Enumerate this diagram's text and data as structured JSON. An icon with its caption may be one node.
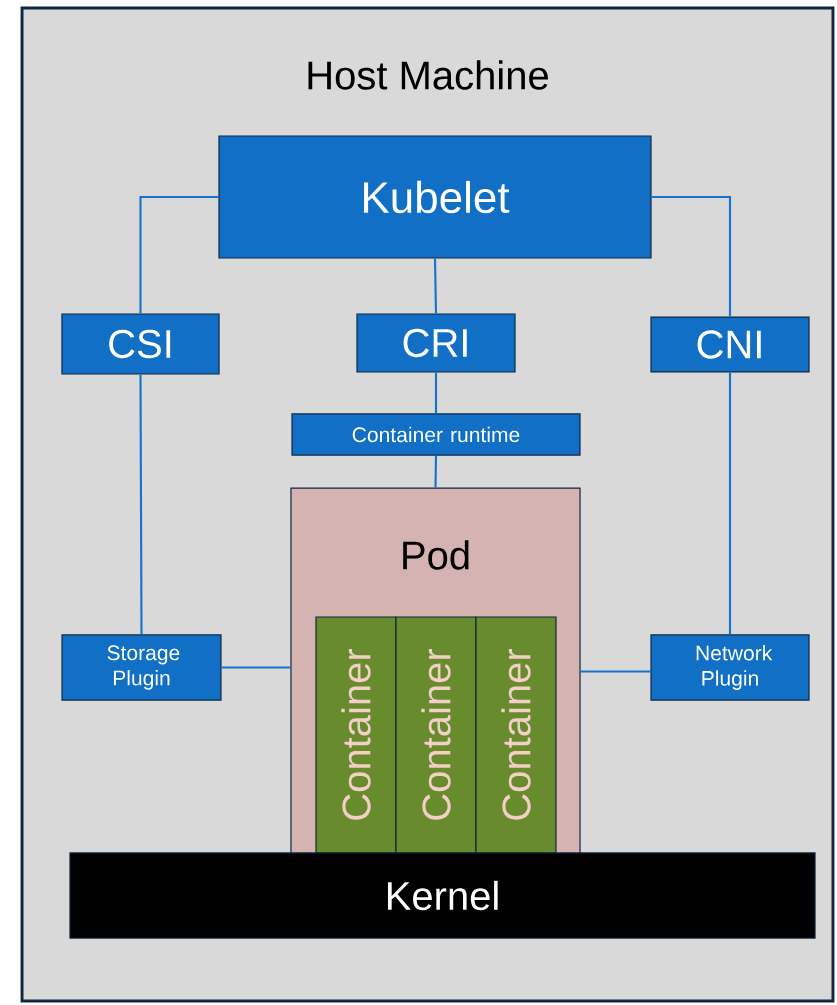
{
  "diagram": {
    "nodes": [
      {
        "text": [
          "Host Machine"
        ]
      },
      {
        "text": [
          "Kubelet"
        ],
        "in": 0
      },
      {
        "text": [
          "CSI"
        ],
        "in": 0
      },
      {
        "text": [
          "CRI"
        ],
        "in": 0
      },
      {
        "text": [
          "CNI"
        ],
        "in": 0
      },
      {
        "text": [
          "Container runtime"
        ],
        "in": 0
      },
      {
        "text": [
          "Pod"
        ],
        "in": 0
      },
      {
        "text": [
          "Container"
        ],
        "in": 6
      },
      {
        "text": [
          "Container"
        ],
        "in": 6
      },
      {
        "text": [
          "Container"
        ],
        "in": 6
      },
      {
        "text": [
          "Storage Plugin"
        ],
        "in": 0
      },
      {
        "text": [
          "Network Plugin"
        ],
        "in": 0
      },
      {
        "text": [
          "Kernel"
        ],
        "in": 0
      }
    ],
    "edges": [
      {
        "from": 1,
        "to": 2,
        "arrow": "none"
      },
      {
        "from": 1,
        "to": 3,
        "arrow": "none"
      },
      {
        "from": 1,
        "to": 4,
        "arrow": "none"
      },
      {
        "from": 3,
        "to": 5,
        "arrow": "none"
      },
      {
        "from": 5,
        "to": 6,
        "arrow": "none"
      },
      {
        "from": 2,
        "to": 10,
        "arrow": "none"
      },
      {
        "from": 4,
        "to": 11,
        "arrow": "none"
      },
      {
        "from": 10,
        "to": 6,
        "arrow": "none"
      },
      {
        "from": 6,
        "to": 11,
        "arrow": "none"
      }
    ]
  }
}
